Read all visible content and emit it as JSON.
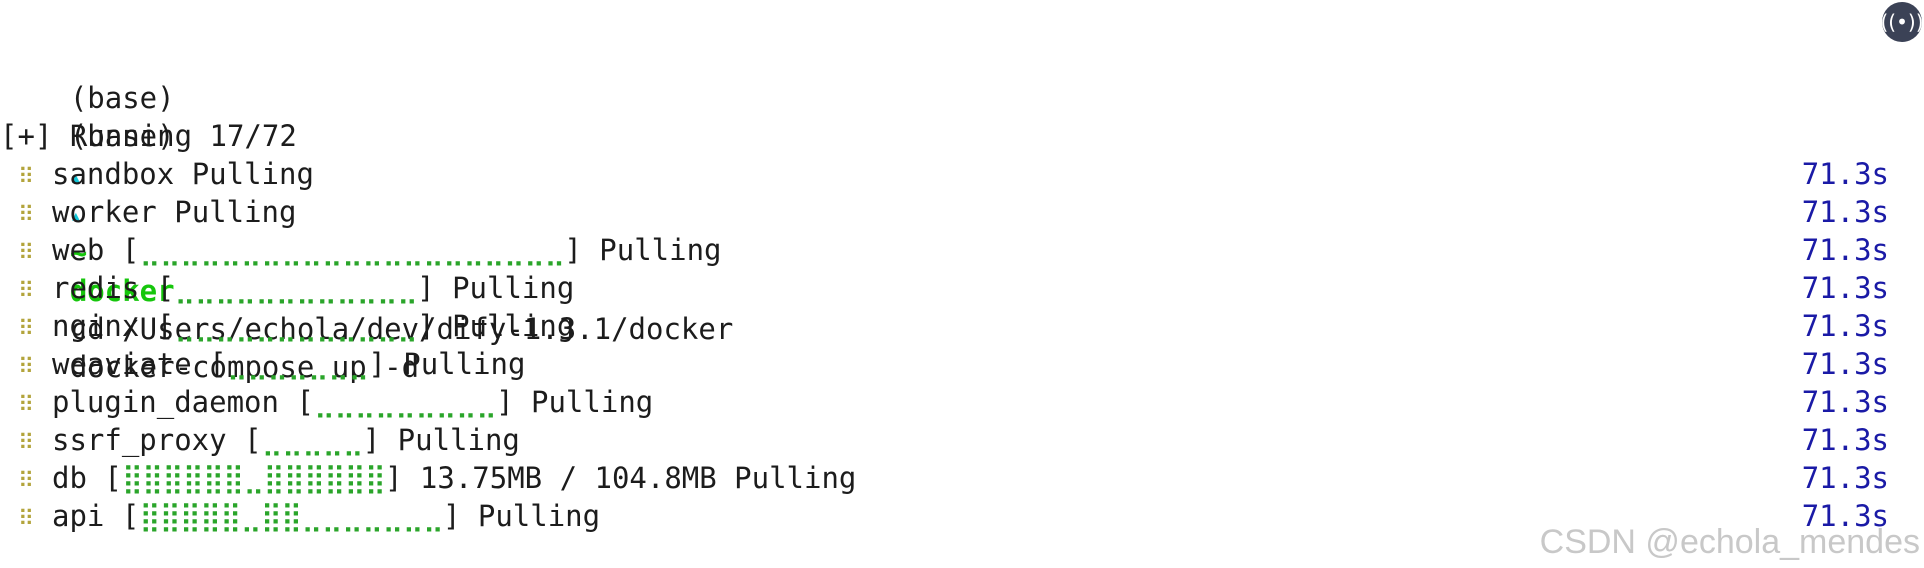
{
  "prompt_lines": [
    {
      "env": "(base)",
      "arrow": "▴",
      "dir": "~",
      "command": "cd /Users/echola/dev/dify-1.3.1/docker"
    },
    {
      "env": "(base)",
      "arrow": "▴",
      "dir": "docker",
      "command": "docker-compose up -d"
    }
  ],
  "status_line": "[+] Running 17/72",
  "spinner_glyph": "⠿",
  "services": [
    {
      "name": "sandbox",
      "bar": "",
      "detail": "Pulling",
      "time": "71.3s"
    },
    {
      "name": "worker",
      "bar": "",
      "detail": "Pulling",
      "time": "71.3s"
    },
    {
      "name": "web",
      "bar": "⣀⣀⣀⣀⣀⣀⣀⣀⣀⣀⣀⣀⣀⣀⣀⣀⣀⣀⣀⣀⣀",
      "detail": "Pulling",
      "time": "71.3s"
    },
    {
      "name": "redis",
      "bar": "⣀⣀⣀⣀⣀⣀⣀⣀⣀⣀⣀⣀",
      "detail": "Pulling",
      "time": "71.3s"
    },
    {
      "name": "nginx",
      "bar": "⣀⣀⣀⣀⣀⣀⣀⣀⣀⣀⣀⣀",
      "detail": "Pulling",
      "time": "71.3s"
    },
    {
      "name": "weaviate",
      "bar": "⣀⣀⣀⣀⣀⣀⣀",
      "detail": "Pulling",
      "time": "71.3s"
    },
    {
      "name": "plugin_daemon",
      "bar": "⣀⣀⣀⣀⣀⣀⣀⣀⣀",
      "detail": "Pulling",
      "time": "71.3s"
    },
    {
      "name": "ssrf_proxy",
      "bar": "⣀⣀⣀⣀⣀",
      "detail": "Pulling",
      "time": "71.3s"
    },
    {
      "name": "db",
      "bar": "⣿⣿⣿⣿⣿⣿⣀⣿⣿⣿⣿⣿⣿",
      "detail": "13.75MB / 104.8MB Pulling",
      "time": "71.3s"
    },
    {
      "name": "api",
      "bar": "⣿⣿⣿⣿⣿⣀⣿⣿⣀⣀⣀⣀⣀⣀⣀",
      "detail": "Pulling",
      "time": "71.3s"
    }
  ],
  "watermark": "CSDN @echola_mendes",
  "broadcast_icon": "((•))",
  "colors": {
    "arrow": "#14c7d9",
    "dir": "#16c60c",
    "spinner": "#b3a43c",
    "bar": "#2aa52a",
    "time": "#1a1aa6"
  }
}
